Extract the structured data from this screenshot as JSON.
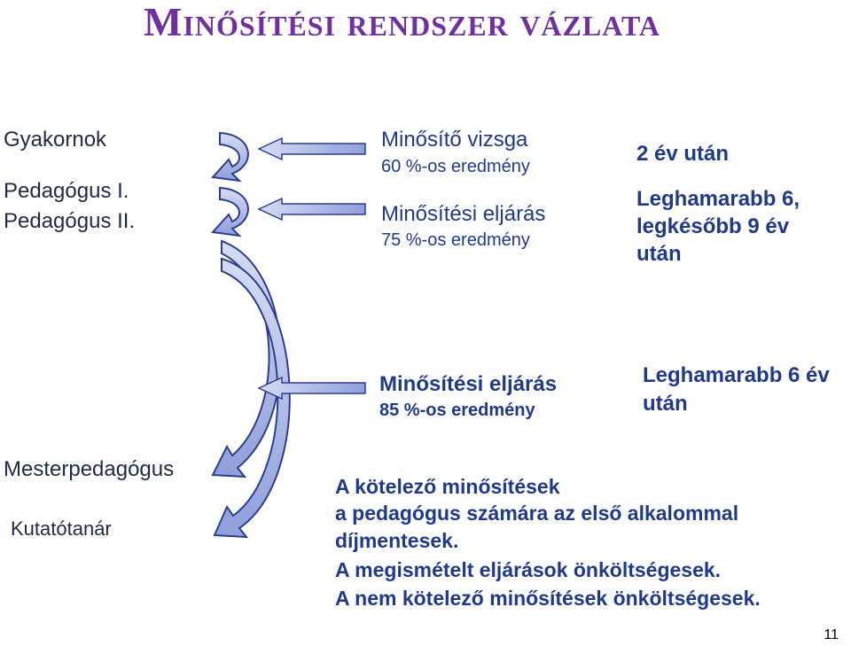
{
  "title": "Minősítési rendszer vázlata",
  "left_levels": {
    "gyakornok": "Gyakornok",
    "ped1": "Pedagógus I.",
    "ped2": "Pedagógus II.",
    "mester": "Mesterpedagógus",
    "kutato": "Kutatótanár"
  },
  "exams": [
    {
      "name": "Minősítő vizsga",
      "result": "60 %-os eredmény"
    },
    {
      "name": "Minősítési eljárás",
      "result": "75 %-os eredmény"
    },
    {
      "name": "Minősítési eljárás",
      "result": "85 %-os eredmény"
    }
  ],
  "timing": {
    "t1": "2 év után",
    "t2_line1": "Leghamarabb 6,",
    "t2_line2": "legkésőbb 9 év",
    "t2_line3": "után",
    "t3_line1": "Leghamarabb 6 év",
    "t3_line2": "után"
  },
  "notes": [
    "A kötelező minősítések",
    "a pedagógus számára az első alkalommal",
    "díjmentesek.",
    "A megismételt eljárások önköltségesek.",
    "A nem kötelező minősítések önköltségesek."
  ],
  "page_number": "11",
  "colors": {
    "title": "#7030a0",
    "arrow_fill": "#a9b6e6",
    "arrow_stroke": "#2c3f8f",
    "text_blue": "#1f3a8a"
  }
}
